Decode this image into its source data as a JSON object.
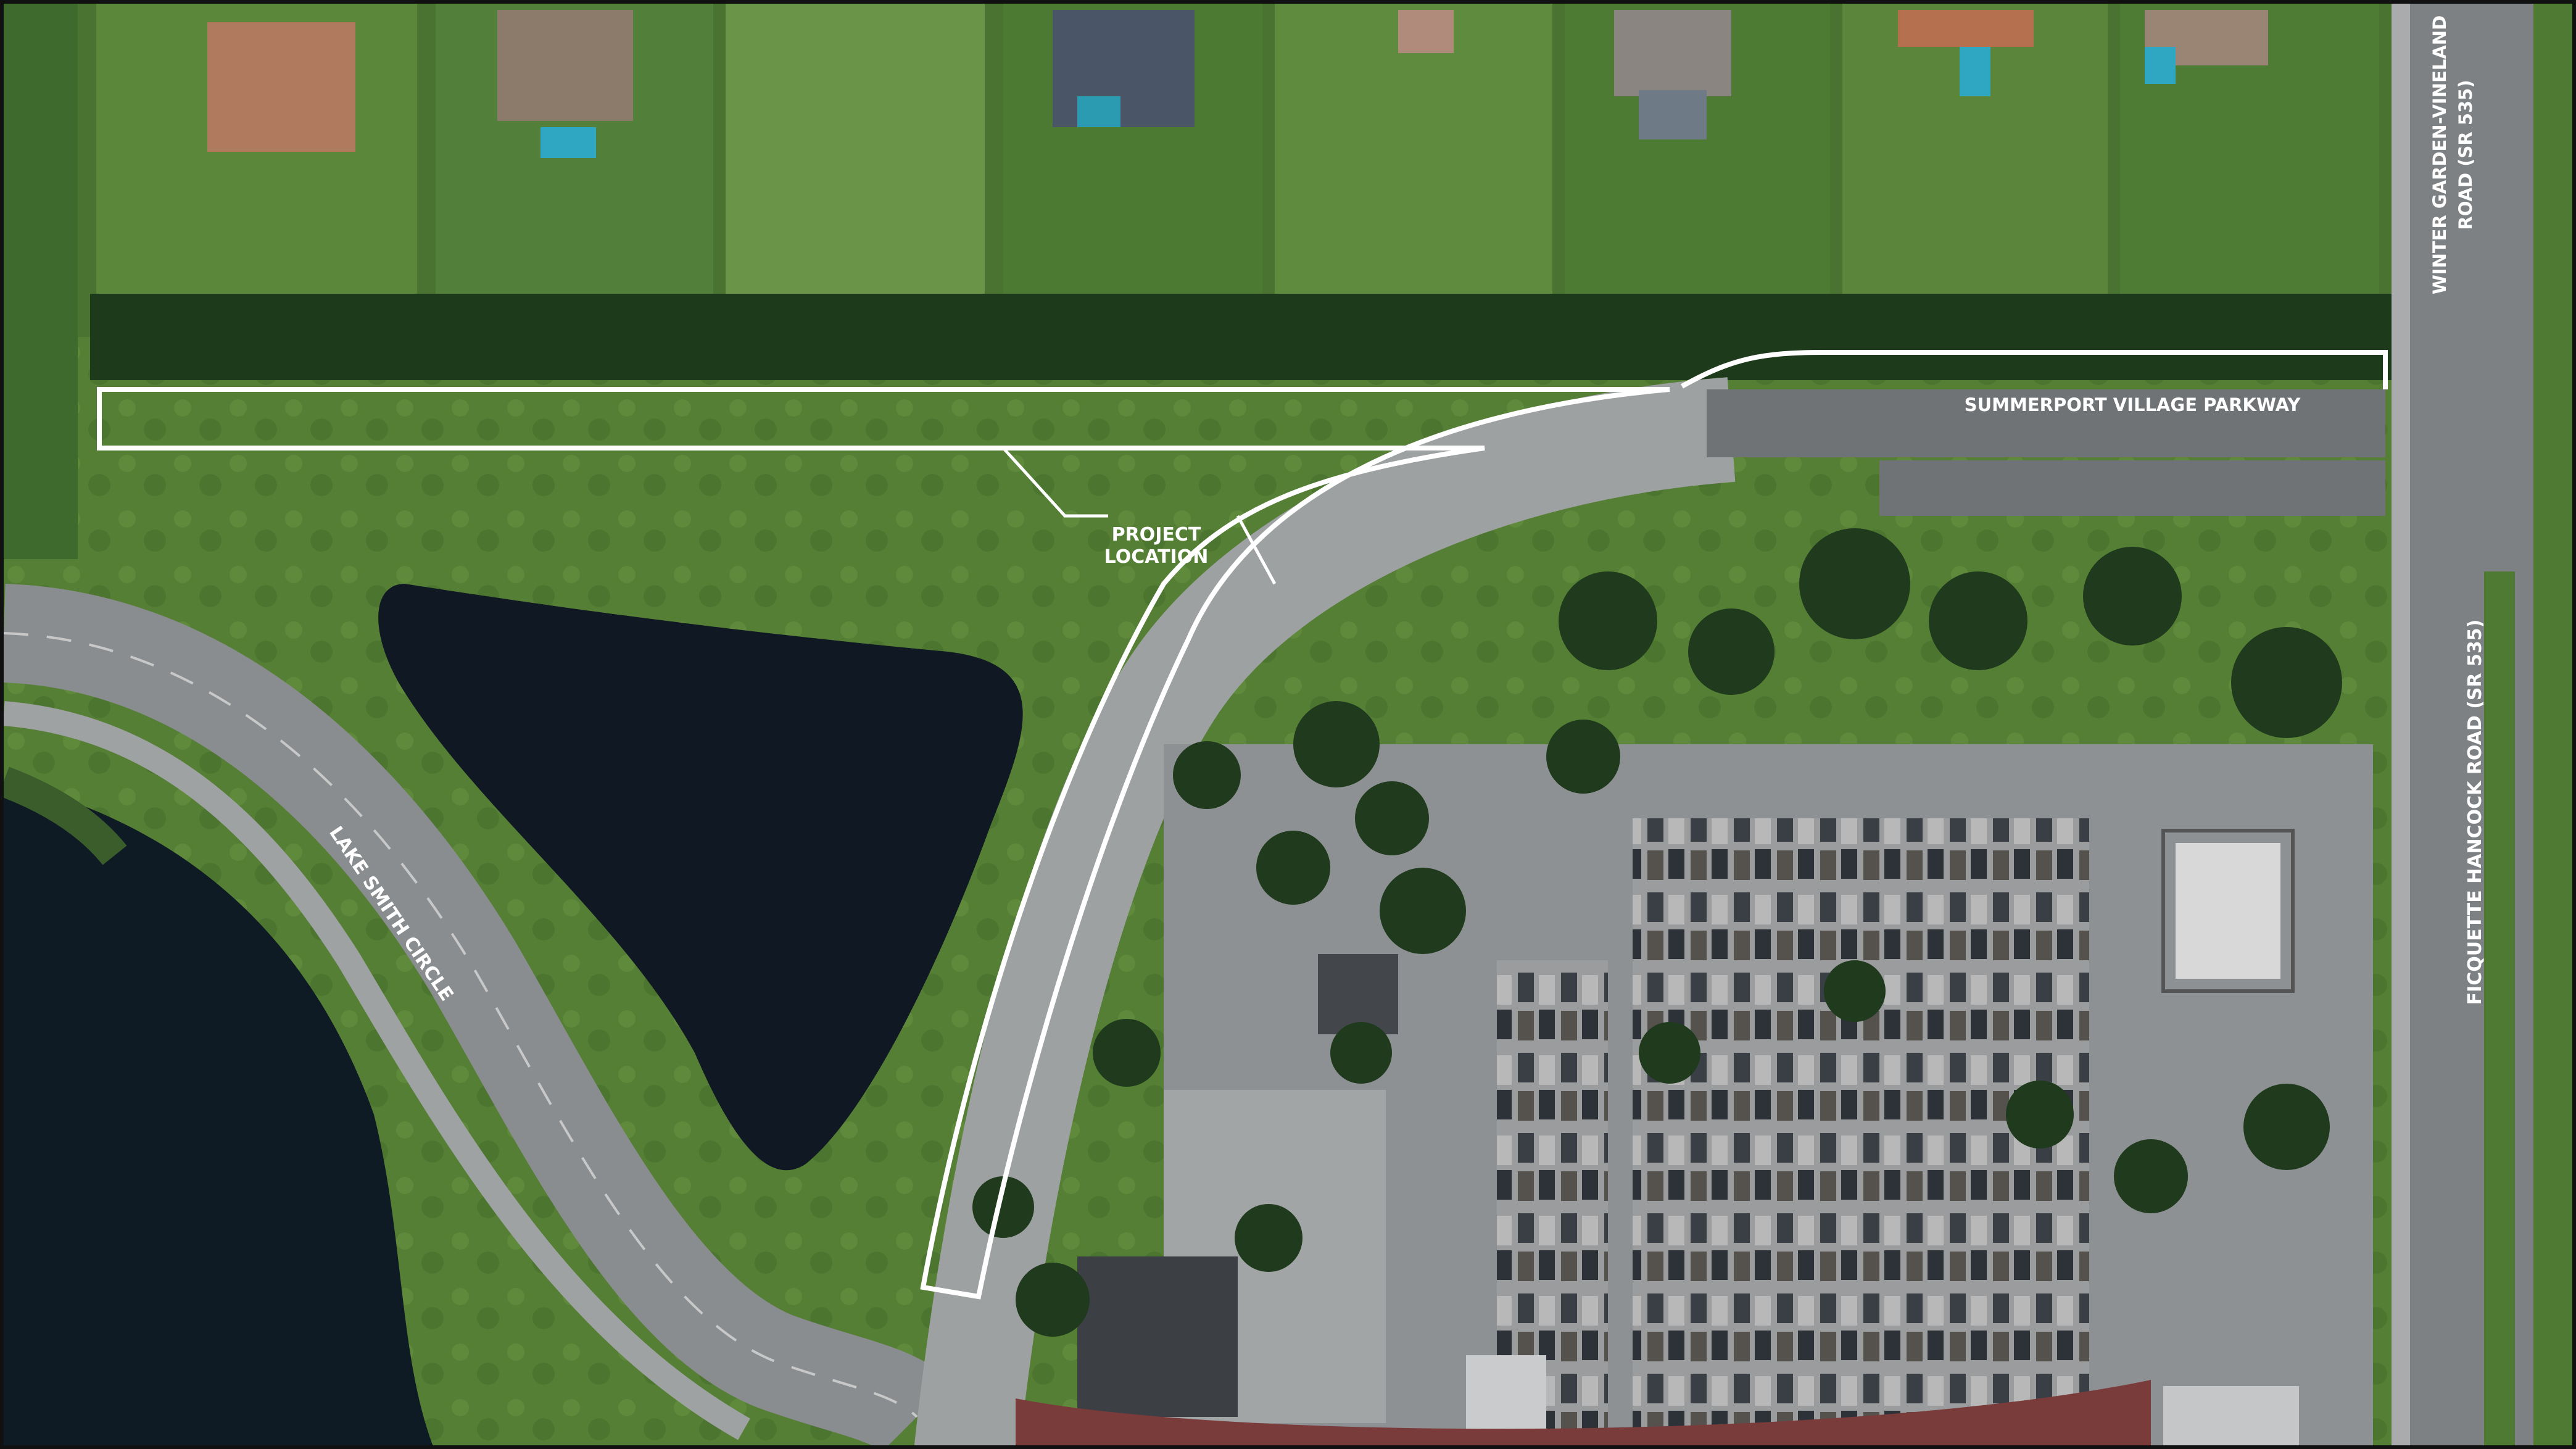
{
  "labels": {
    "project_location_line1": "PROJECT",
    "project_location_line2": "LOCATION",
    "summerport": "SUMMERPORT VILLAGE PARKWAY",
    "winter_garden_line1": "WINTER GARDEN-VINELAND",
    "winter_garden_line2": "ROAD (SR 535)",
    "ficquette": "FICQUETTE HANCOCK ROAD (SR 535)",
    "lake_smith": "LAKE SMITH CIRCLE"
  },
  "colors": {
    "grass": "#4f7a33",
    "grass_light": "#6b8f45",
    "trees": "#1f3a1c",
    "water": "#0e1a24",
    "pond": "#101823",
    "road": "#8a8d8f",
    "pavement": "#9ea1a2",
    "outline": "#ffffff",
    "brick": "#7a3b3b"
  }
}
